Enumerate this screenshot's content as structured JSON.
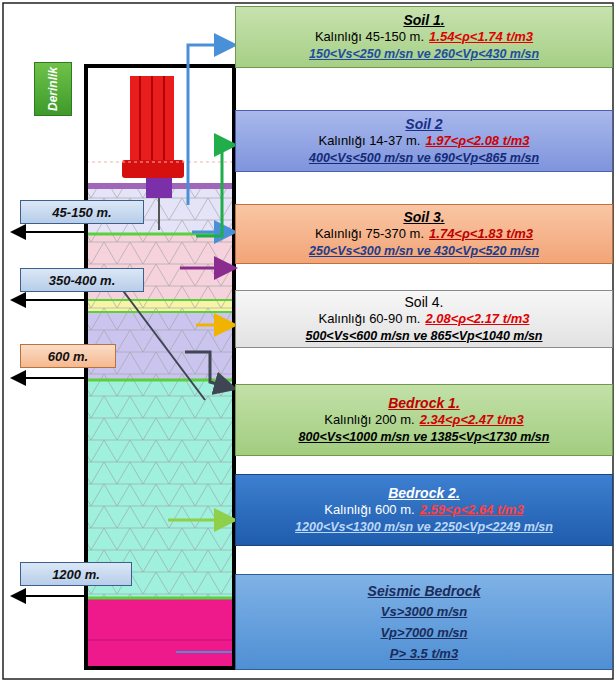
{
  "diagram": {
    "nodes": [
      {
        "text": [
          "Derinlik"
        ]
      },
      {
        "text": [
          "Soil 1.",
          "Kalınlığı 45-150 m.",
          "1.54<ρ<1.74  t/m3",
          "150<Vs<250 m/sn ve 260<Vp<430 m/sn"
        ]
      },
      {
        "text": [
          "Soil 2",
          "Kalınlığı 14-37 m.",
          "1.97<ρ<2.08 t/m3",
          "400<Vs<500 m/sn ve 690<Vp<865 m/sn"
        ]
      },
      {
        "text": [
          "45-150 m."
        ]
      },
      {
        "text": [
          "Soil 3.",
          "Kalınlığı 75-370 m.",
          "1.74<ρ<1.83  t/m3",
          "250<Vs<300 m/sn ve 430<Vp<520 m/sn"
        ]
      },
      {
        "text": [
          "350-400 m."
        ]
      },
      {
        "text": [
          "Soil 4.",
          "Kalınlığı 60-90 m.",
          "2.08<ρ<2.17  t/m3",
          "500<Vs<600 m/sn ve  865<Vp<1040 m/sn"
        ]
      },
      {
        "text": [
          "600 m."
        ]
      },
      {
        "text": [
          "Bedrock 1.",
          "Kalınlığı 200  m.",
          "2.34<ρ<2.47 t/m3",
          "800<Vs<1000 m/sn ve 1385<Vp<1730 m/sn"
        ]
      },
      {
        "text": [
          "Bedrock 2.",
          "Kalınlığı 600  m.",
          "2.59<ρ<2.64  t/m3",
          "1200<Vs<1300 m/sn ve 2250<Vp<2249 m/sn"
        ]
      },
      {
        "text": [
          "1200 m."
        ]
      },
      {
        "text": [
          "Seismic Bedrock",
          "Vs>3000 m/sn",
          "Vp>7000 m/sn",
          "P> 3.5 t/m3"
        ]
      }
    ]
  }
}
